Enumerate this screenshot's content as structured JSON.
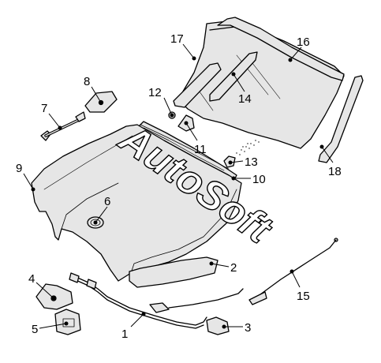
{
  "watermark": "AutoSoft",
  "callouts": [
    {
      "id": "1",
      "label": "1"
    },
    {
      "id": "2",
      "label": "2"
    },
    {
      "id": "3",
      "label": "3"
    },
    {
      "id": "4",
      "label": "4"
    },
    {
      "id": "5",
      "label": "5"
    },
    {
      "id": "6",
      "label": "6"
    },
    {
      "id": "7",
      "label": "7"
    },
    {
      "id": "8",
      "label": "8"
    },
    {
      "id": "9",
      "label": "9"
    },
    {
      "id": "10",
      "label": "10"
    },
    {
      "id": "11",
      "label": "11"
    },
    {
      "id": "12",
      "label": "12"
    },
    {
      "id": "13",
      "label": "13"
    },
    {
      "id": "14",
      "label": "14"
    },
    {
      "id": "15",
      "label": "15"
    },
    {
      "id": "16",
      "label": "16"
    },
    {
      "id": "17",
      "label": "17"
    },
    {
      "id": "18",
      "label": "18"
    }
  ]
}
